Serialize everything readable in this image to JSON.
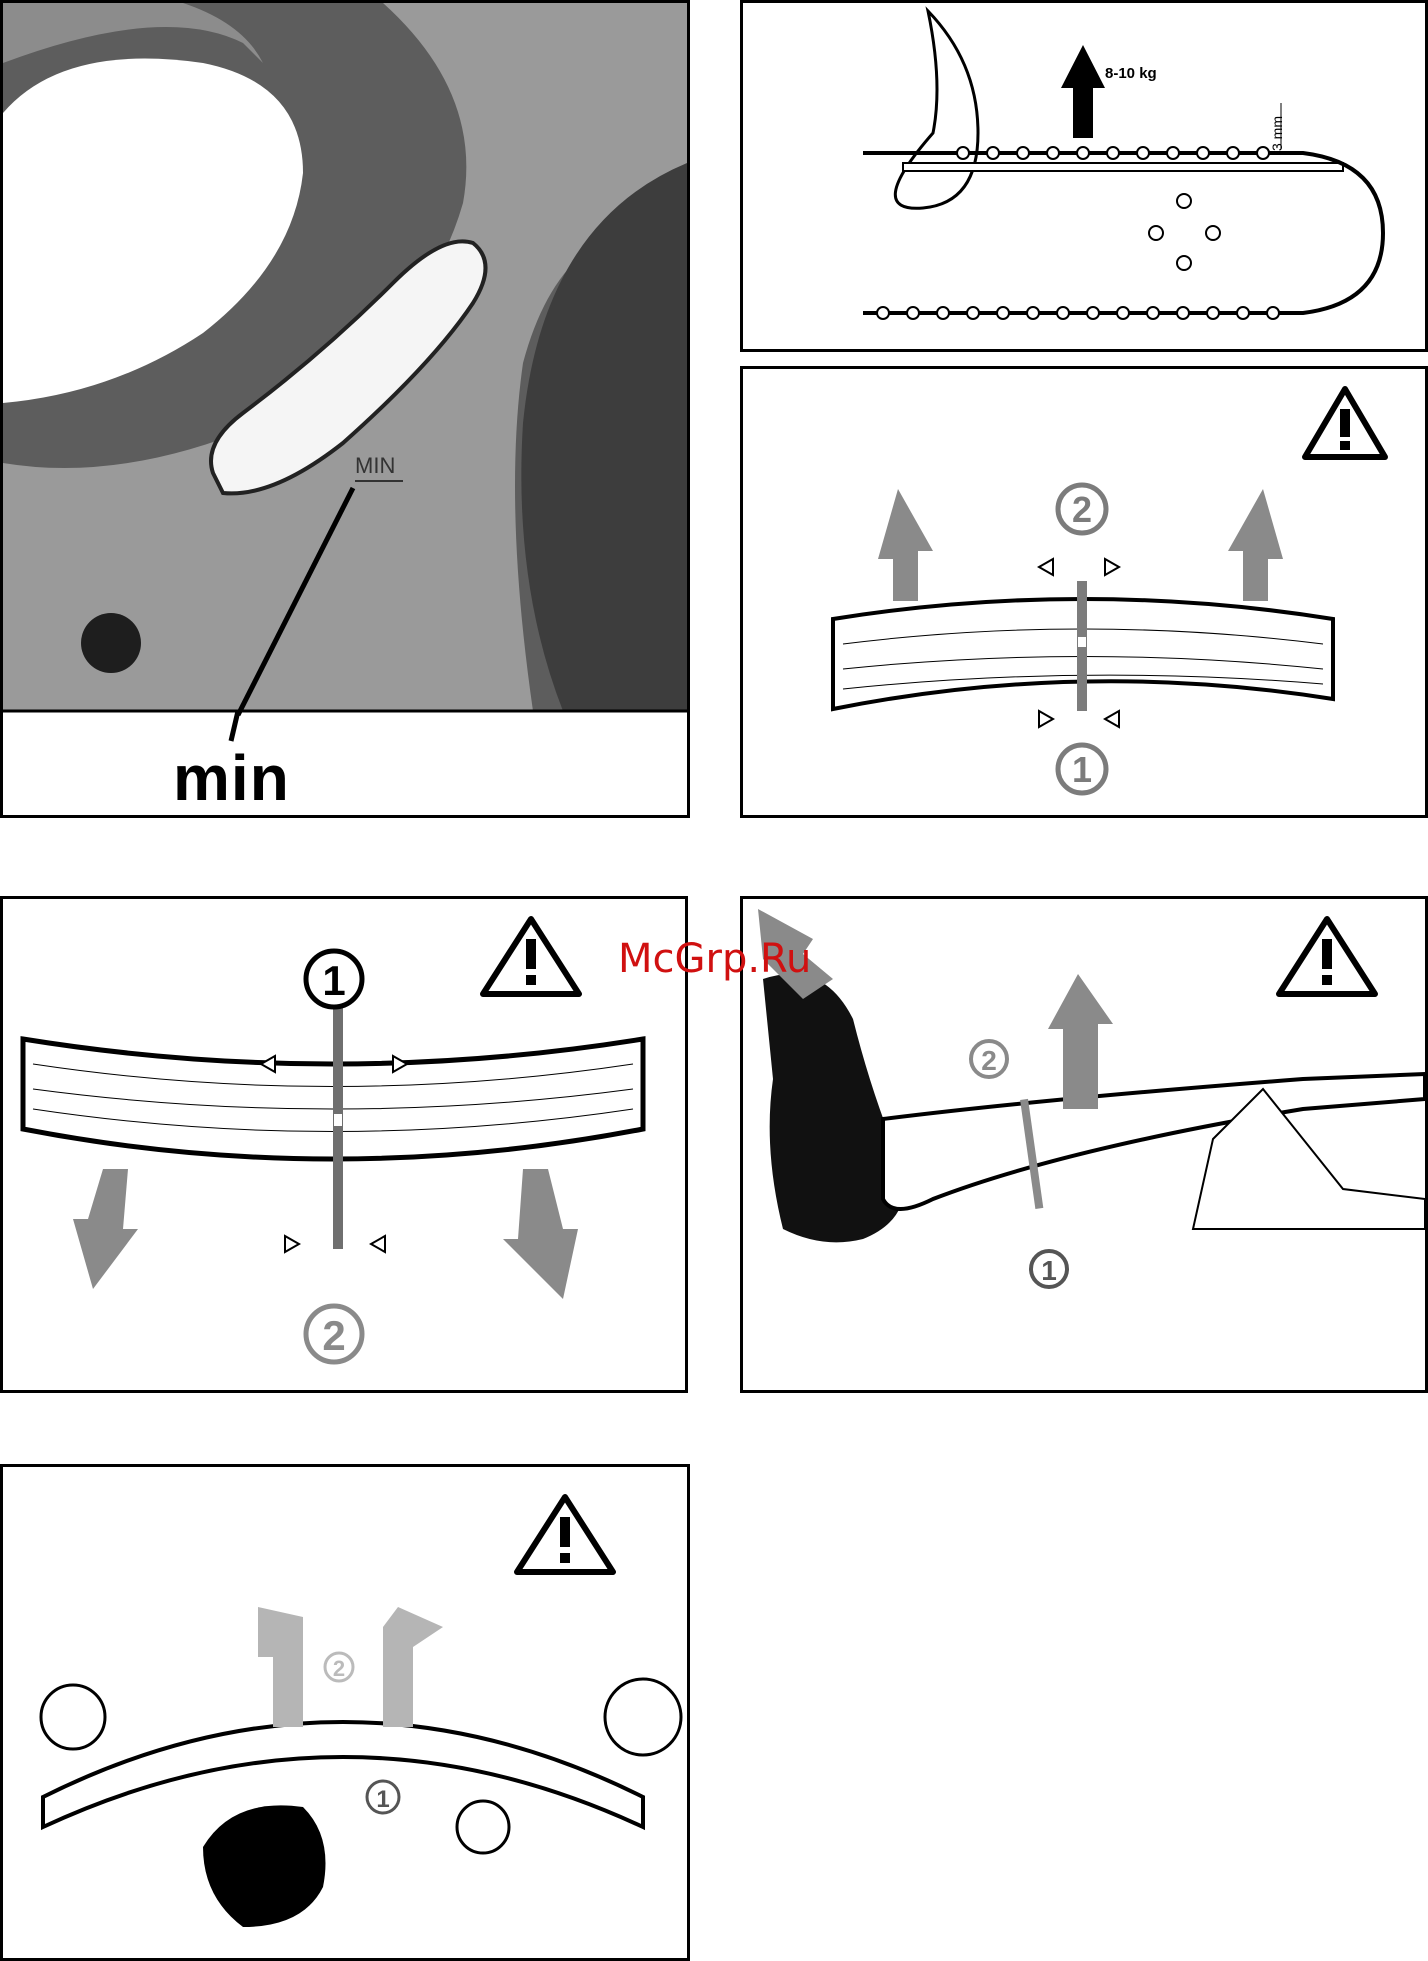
{
  "figure_min": {
    "label": "min",
    "engraved_text": "MIN"
  },
  "figure_chain": {
    "force": "8-10 kg",
    "gap": "3 mm"
  },
  "figure_compression_top": {
    "marker_1": "1",
    "marker_2": "2"
  },
  "figure_compression_bottom": {
    "marker_1": "1",
    "marker_2": "2"
  },
  "figure_uprooted": {
    "marker_1": "1",
    "marker_2": "2"
  },
  "figure_supported": {
    "marker_1": "1",
    "marker_2": "2"
  },
  "watermark": "McGrp.Ru",
  "colors": {
    "warning": "#000000",
    "arrow": "#8a8a8a",
    "photo_dark": "#5c5c5c",
    "photo_light": "#9a9a9a",
    "watermark": "#d01010"
  },
  "icons": [
    "warning-triangle-icon",
    "arrow-icon"
  ]
}
